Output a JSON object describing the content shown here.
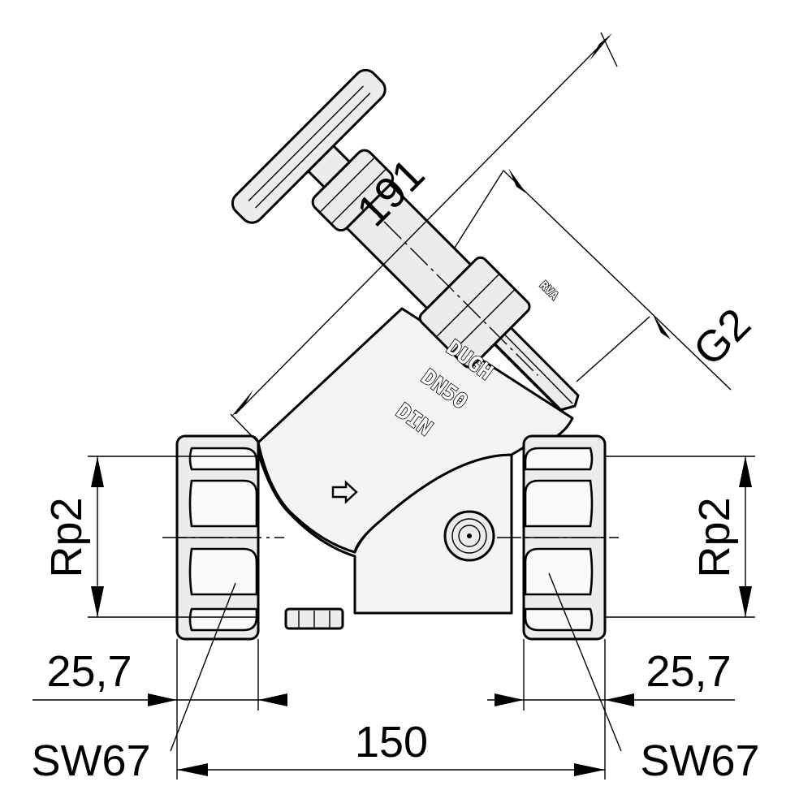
{
  "drawing": {
    "dimensions": {
      "overall_length": "191",
      "face_to_face": "150",
      "thread_depth_left": "25,7",
      "thread_depth_right": "25,7",
      "bonnet_thread": "G2",
      "port_thread_left": "Rp2",
      "port_thread_right": "Rp2",
      "wrench_size_left": "SW67",
      "wrench_size_right": "SW67"
    },
    "markings": {
      "brand": "DUGH",
      "nominal_size": "DN50",
      "standard": "DIN",
      "bonnet_label": "RVA"
    }
  }
}
